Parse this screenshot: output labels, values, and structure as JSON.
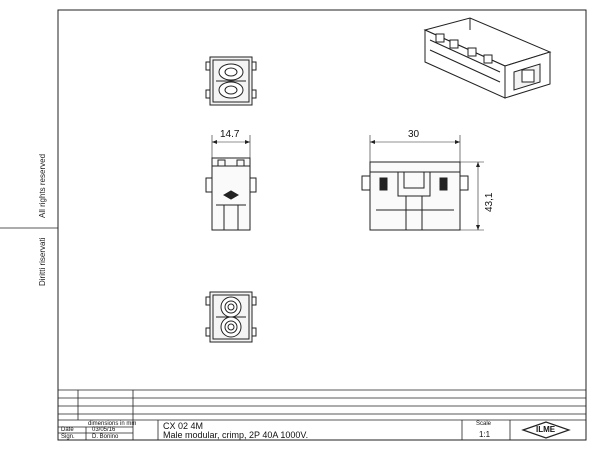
{
  "side_texts": {
    "rights_reserved": "All rights reserved",
    "diritti": "Diritti riservati"
  },
  "dimensions": {
    "front_width": "14.7",
    "side_width": "30",
    "side_height": "43,1"
  },
  "title_block": {
    "units_note": "dimensions in mm",
    "date_label": "Date",
    "date_value": "03/05/16",
    "sign_label": "Sign.",
    "sign_value": "D. Bonino",
    "part_code": "CX 02 4M",
    "description": "Male modular, crimp, 2P 40A 1000V.",
    "scale_label": "Scale",
    "scale_value": "1:1",
    "logo_text": "ILME"
  }
}
